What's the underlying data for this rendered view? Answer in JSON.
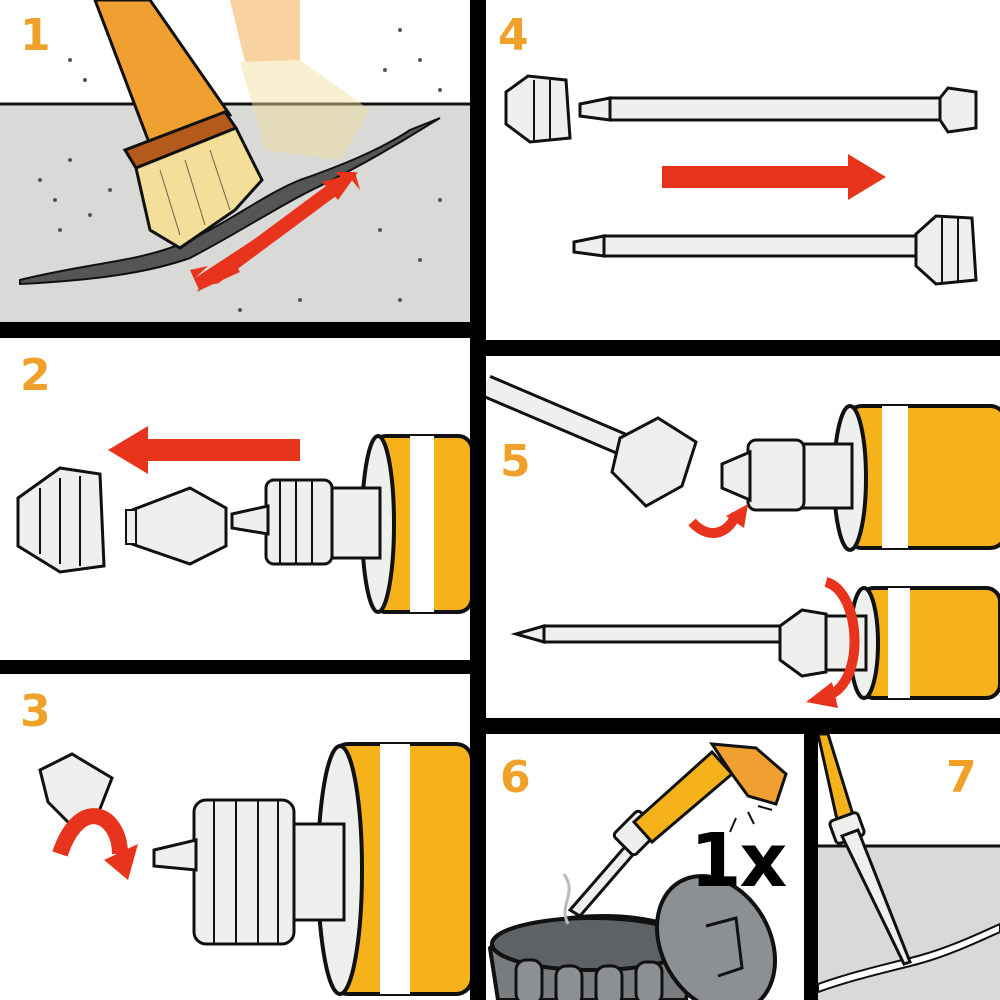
{
  "colors": {
    "step_number": "#f0a12a",
    "arrow": "#e8341c",
    "cartridge": "#f5b21b",
    "concrete": "#d9d9d7",
    "brush_handle": "#f0a030",
    "brush_bristle": "#f3df9a",
    "mixer": "#eef0ee",
    "outline": "#111111"
  },
  "steps": [
    {
      "number": "1",
      "icon": "brush-cleaning-crack-icon"
    },
    {
      "number": "2",
      "icon": "cartridge-cap-removal-icon"
    },
    {
      "number": "3",
      "icon": "cartridge-plug-removal-icon"
    },
    {
      "number": "4",
      "icon": "static-mixer-nut-transfer-icon"
    },
    {
      "number": "5",
      "icon": "mixer-screw-on-icon"
    },
    {
      "number": "6",
      "icon": "discard-first-extrusion-icon"
    },
    {
      "number": "7",
      "icon": "inject-into-crack-icon"
    }
  ],
  "once_label": "1x"
}
